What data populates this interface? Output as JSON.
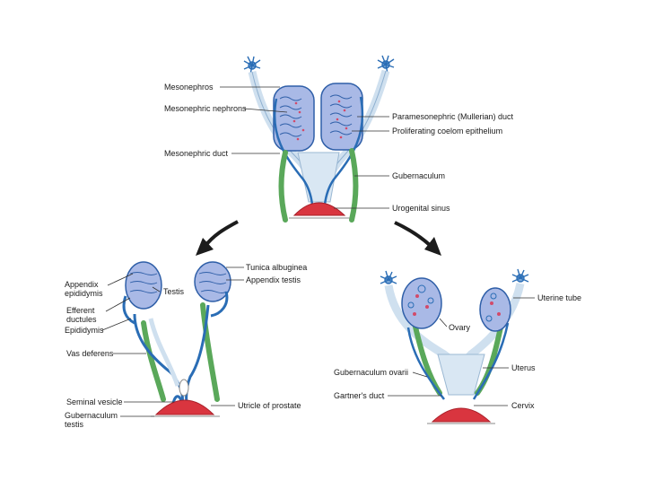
{
  "diagram": {
    "top_labels": {
      "mesonephros": "Mesonephros",
      "mesonephric_nephrons": "Mesonephric nephrons",
      "mesonephric_duct": "Mesonephric duct",
      "paramesonephric_duct": "Paramesonephric (Mullerian) duct",
      "proliferating_coelomic": "Proliferating coelom epithelium",
      "gubernaculum": "Gubernaculum",
      "urogenital_sinus": "Urogenital sinus"
    },
    "male_labels": {
      "tunica_albuginea": "Tunica albuginea",
      "appendix_testis": "Appendix testis",
      "appendix_epididymis": "Appendix epididymis",
      "testis": "Testis",
      "efferent_ductules": "Efferent ductules",
      "epididymis": "Epididymis",
      "vas_deferens": "Vas deferens",
      "seminal_vesicle": "Seminal vesicle",
      "utricle_of_prostate": "Utricle of prostate",
      "gubernaculum_testis": "Gubernaculum testis"
    },
    "female_labels": {
      "uterine_tube": "Uterine tube",
      "ovary": "Ovary",
      "uterus": "Uterus",
      "gubernaculum_ovarii": "Gubernaculum ovarii",
      "gartners_duct": "Gartner's duct",
      "cervix": "Cervix"
    },
    "colors": {
      "gonad_fill": "#a9b9e6",
      "gonad_stroke": "#2f5fa8",
      "duct_blue": "#2a6db5",
      "duct_green": "#5aa85a",
      "mullerian": "#cfe0ef",
      "sinus_red": "#d9353f",
      "arrow": "#1c1c1c"
    }
  }
}
